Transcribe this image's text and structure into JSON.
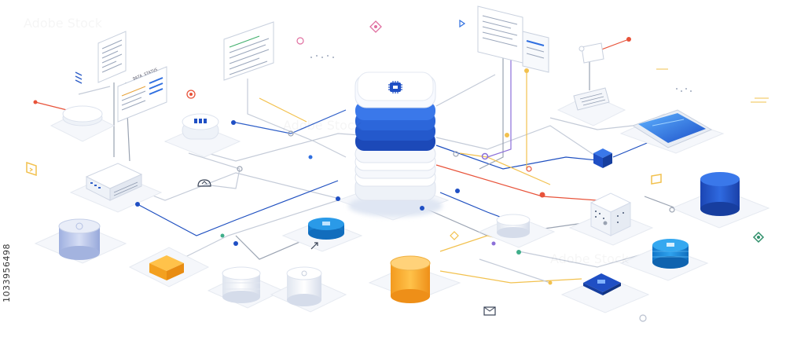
{
  "image_id_text": "1033956498",
  "watermark_text": "Adobe Stock",
  "panel_heading_text": "DATA STATUS",
  "colors": {
    "blue_dark": "#1f4fc4",
    "blue_mid": "#2f6fe0",
    "blue_light": "#3a8ee8",
    "cyan": "#1e88d8",
    "orange": "#f5a623",
    "yellow_line": "#f2c14e",
    "red_line": "#e8533a",
    "grey_line": "#9aa3b2",
    "tile": "#f5f7fb",
    "tile_edge": "#e3e8f0"
  },
  "icons": [
    "chip-icon",
    "gear-icon",
    "tag-icon",
    "mail-icon",
    "key-icon",
    "pin-icon"
  ]
}
